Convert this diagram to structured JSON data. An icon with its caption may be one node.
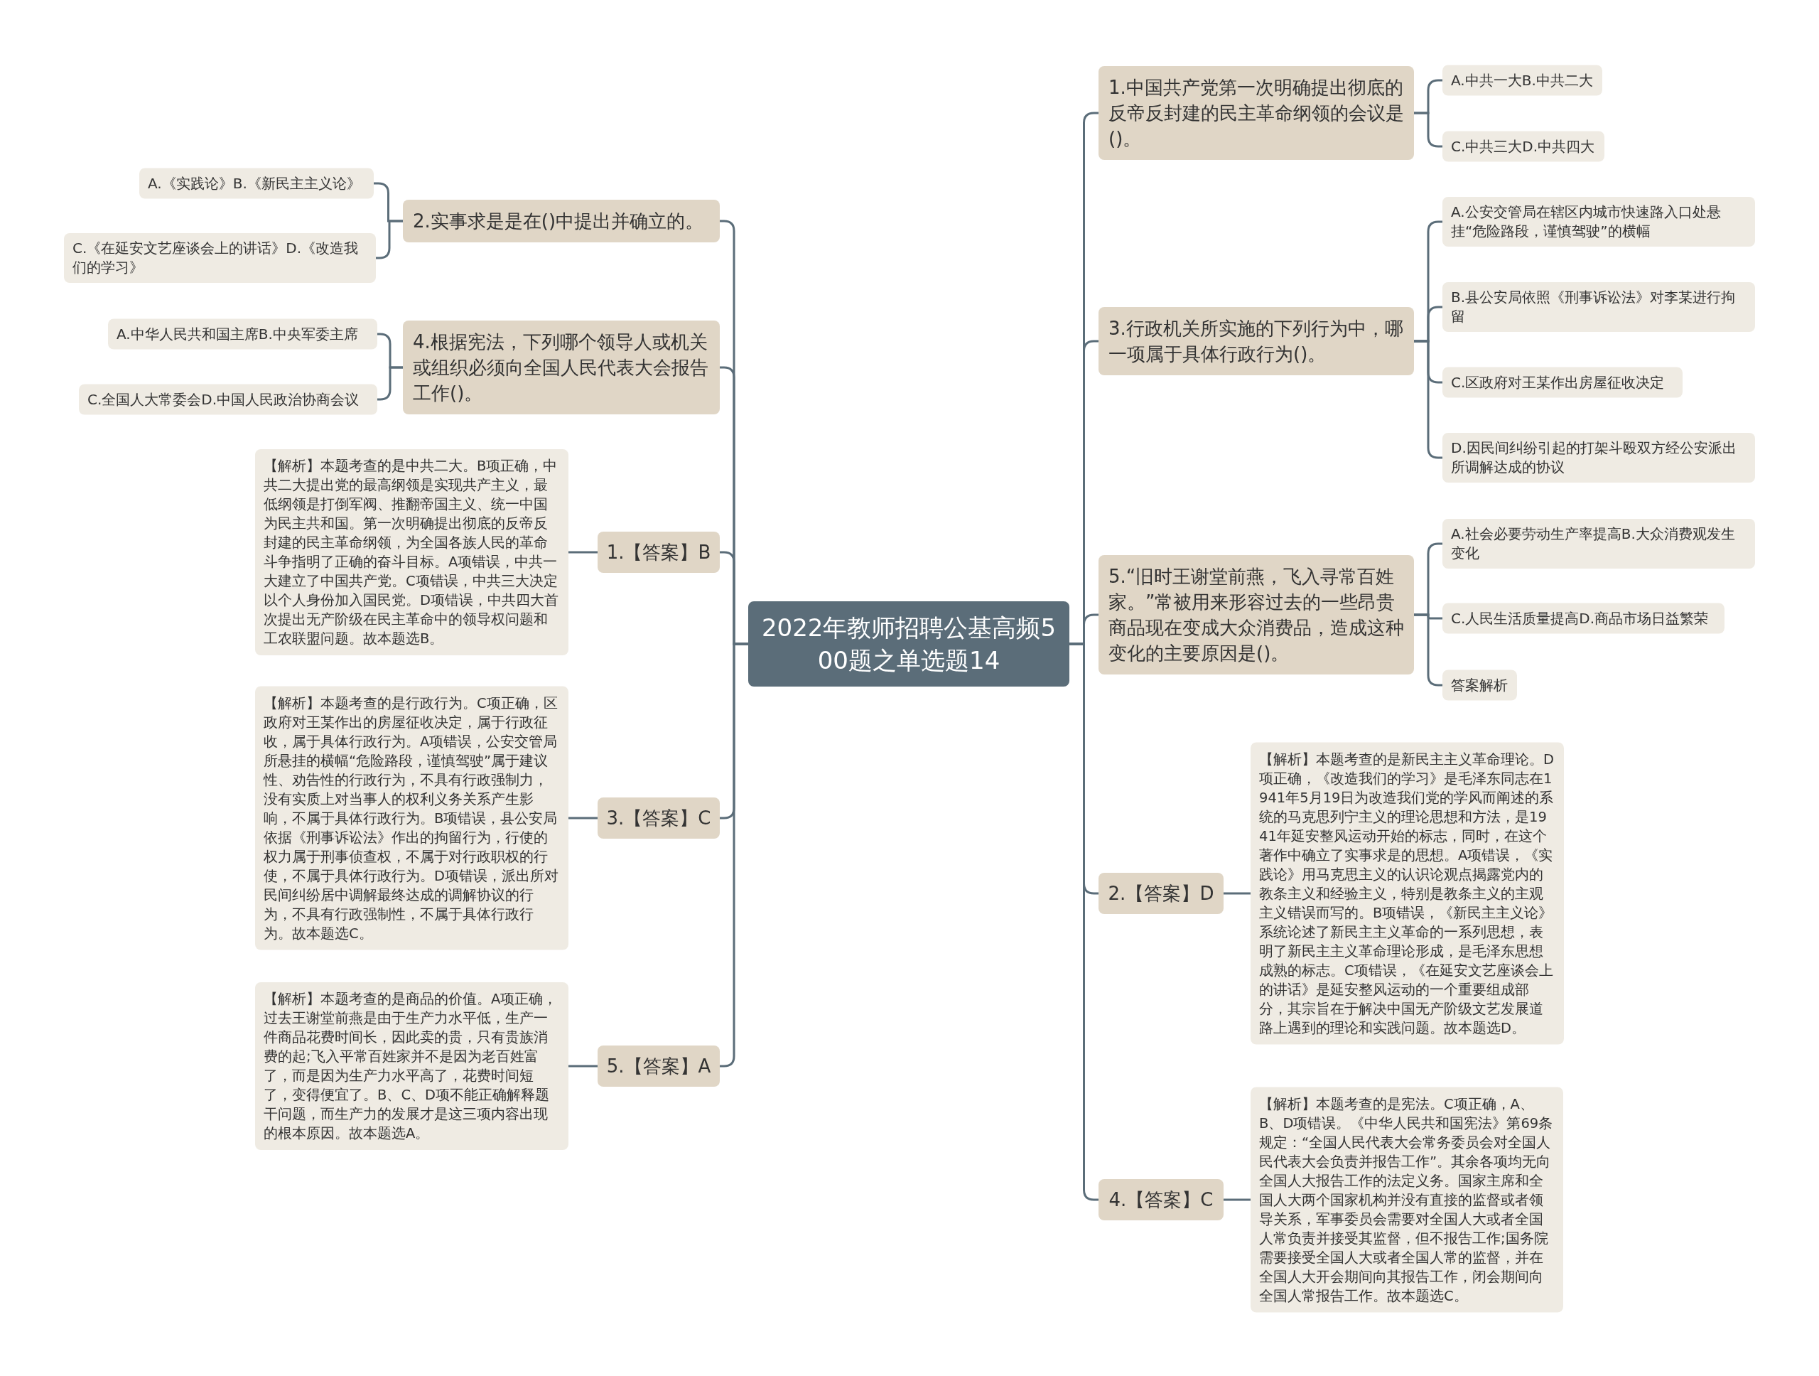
{
  "diagram": {
    "nodes": [
      {
        "text": [
          "2022年教师招聘公基高频500题之单选题14"
        ]
      },
      {
        "text": [
          "1.中国共产党第一次明确提出彻底的反帝反封建的民主革命纲领的会议是()。"
        ]
      },
      {
        "text": [
          "A.中共一大B.中共二大"
        ]
      },
      {
        "text": [
          "C.中共三大D.中共四大"
        ]
      },
      {
        "text": [
          "3.行政机关所实施的下列行为中，哪一项属于具体行政行为()。"
        ]
      },
      {
        "text": [
          "A.公安交管局在辖区内城市快速路入口处悬挂“危险路段，谨慎驾驶”的横幅"
        ]
      },
      {
        "text": [
          "B.县公安局依照《刑事诉讼法》对李某进行拘留"
        ]
      },
      {
        "text": [
          "C.区政府对王某作出房屋征收决定"
        ]
      },
      {
        "text": [
          "D.因民间纠纷引起的打架斗殴双方经公安派出所调解达成的协议"
        ]
      },
      {
        "text": [
          "5.“旧时王谢堂前燕，飞入寻常百姓家。”常被用来形容过去的一些昂贵商品现在变成大众消费品，造成这种变化的主要原因是()。"
        ]
      },
      {
        "text": [
          "A.社会必要劳动生产率提高B.大众消费观发生变化"
        ]
      },
      {
        "text": [
          "C.人民生活质量提高D.商品市场日益繁荣"
        ]
      },
      {
        "text": [
          "答案解析"
        ]
      },
      {
        "text": [
          "2.【答案】D"
        ]
      },
      {
        "text": [
          "【解析】本题考查的是新民主主义革命理论。D项正确，《改造我们的学习》是毛泽东同志在1941年5月19日为改造我们党的学风而阐述的系统的马克思列宁主义的理论思想和方法，是1941年延安整风运动开始的标志，同时，在这个著作中确立了实事求是的思想。A项错误，《实践论》用马克思主义的认识论观点揭露党内的教条主义和经验主义，特别是教条主义的主观主义错误而写的。B项错误，《新民主主义论》系统论述了新民主主义革命的一系列思想，表明了新民主主义革命理论形成，是毛泽东思想成熟的标志。C项错误，《在延安文艺座谈会上的讲话》是延安整风运动的一个重要组成部分，其宗旨在于解决中国无产阶级文艺发展道路上遇到的理论和实践问题。故本题选D。"
        ]
      },
      {
        "text": [
          "4.【答案】C"
        ]
      },
      {
        "text": [
          "【解析】本题考查的是宪法。C项正确，A、B、D项错误。《中华人民共和国宪法》第69条规定：“全国人民代表大会常务委员会对全国人民代表大会负责并报告工作”。其余各项均无向全国人大报告工作的法定义务。国家主席和全国人大两个国家机构并没有直接的监督或者领导关系，军事委员会需要对全国人大或者全国人常负责并接受其监督，但不报告工作;国务院需要接受全国人大或者全国人常的监督，并在全国人大开会期间向其报告工作，闭会期间向全国人常报告工作。故本题选C。"
        ]
      },
      {
        "text": [
          "2.实事求是是在()中提出并确立的。"
        ]
      },
      {
        "text": [
          "A.《实践论》B.《新民主主义论》"
        ]
      },
      {
        "text": [
          "C.《在延安文艺座谈会上的讲话》D.《改造我们的学习》"
        ]
      },
      {
        "text": [
          "4.根据宪法，下列哪个领导人或机关或组织必须向全国人民代表大会报告工作()。"
        ]
      },
      {
        "text": [
          "A.中华人民共和国主席B.中央军委主席"
        ]
      },
      {
        "text": [
          "C.全国人大常委会D.中国人民政治协商会议"
        ]
      },
      {
        "text": [
          "1.【答案】B"
        ]
      },
      {
        "text": [
          "【解析】本题考查的是中共二大。B项正确，中共二大提出党的最高纲领是实现共产主义，最低纲领是打倒军阀、推翻帝国主义、统一中国为民主共和国。第一次明确提出彻底的反帝反封建的民主革命纲领，为全国各族人民的革命斗争指明了正确的奋斗目标。A项错误，中共一大建立了中国共产党。C项错误，中共三大决定以个人身份加入国民党。D项错误，中共四大首次提出无产阶级在民主革命中的领导权问题和工农联盟问题。故本题选B。"
        ]
      },
      {
        "text": [
          "3.【答案】C"
        ]
      },
      {
        "text": [
          "【解析】本题考查的是行政行为。C项正确，区政府对王某作出的房屋征收决定，属于行政征收，属于具体行政行为。A项错误，公安交管局所悬挂的横幅“危险路段，谨慎驾驶”属于建议性、劝告性的行政行为，不具有行政强制力，没有实质上对当事人的权利义务关系产生影响，不属于具体行政行为。B项错误，县公安局依据《刑事诉讼法》作出的拘留行为，行使的权力属于刑事侦查权，不属于对行政职权的行使，不属于具体行政行为。D项错误，派出所对民间纠纷居中调解最终达成的调解协议的行为，不具有行政强制性，不属于具体行政行为。故本题选C。"
        ]
      },
      {
        "text": [
          "5.【答案】A"
        ]
      },
      {
        "text": [
          "【解析】本题考查的是商品的价值。A项正确，过去王谢堂前燕是由于生产力水平低，生产一件商品花费时间长，因此卖的贵，只有贵族消费的起;飞入平常百姓家并不是因为老百姓富了，而是因为生产力水平高了，花费时间短了，变得便宜了。B、C、D项不能正确解释题干问题，而生产力的发展才是这三项内容出现的根本原因。故本题选A。"
        ]
      }
    ],
    "edges": [
      {
        "from": 0,
        "to": 1,
        "arrow": "none"
      },
      {
        "from": 1,
        "to": 2,
        "arrow": "none"
      },
      {
        "from": 1,
        "to": 3,
        "arrow": "none"
      },
      {
        "from": 0,
        "to": 4,
        "arrow": "none"
      },
      {
        "from": 4,
        "to": 5,
        "arrow": "none"
      },
      {
        "from": 4,
        "to": 6,
        "arrow": "none"
      },
      {
        "from": 4,
        "to": 7,
        "arrow": "none"
      },
      {
        "from": 4,
        "to": 8,
        "arrow": "none"
      },
      {
        "from": 0,
        "to": 9,
        "arrow": "none"
      },
      {
        "from": 9,
        "to": 10,
        "arrow": "none"
      },
      {
        "from": 9,
        "to": 11,
        "arrow": "none"
      },
      {
        "from": 9,
        "to": 12,
        "arrow": "none"
      },
      {
        "from": 0,
        "to": 13,
        "arrow": "none"
      },
      {
        "from": 13,
        "to": 14,
        "arrow": "none"
      },
      {
        "from": 0,
        "to": 15,
        "arrow": "none"
      },
      {
        "from": 15,
        "to": 16,
        "arrow": "none"
      },
      {
        "from": 0,
        "to": 17,
        "arrow": "none"
      },
      {
        "from": 17,
        "to": 18,
        "arrow": "none"
      },
      {
        "from": 17,
        "to": 19,
        "arrow": "none"
      },
      {
        "from": 0,
        "to": 20,
        "arrow": "none"
      },
      {
        "from": 20,
        "to": 21,
        "arrow": "none"
      },
      {
        "from": 20,
        "to": 22,
        "arrow": "none"
      },
      {
        "from": 0,
        "to": 23,
        "arrow": "none"
      },
      {
        "from": 23,
        "to": 24,
        "arrow": "none"
      },
      {
        "from": 0,
        "to": 25,
        "arrow": "none"
      },
      {
        "from": 25,
        "to": 26,
        "arrow": "none"
      },
      {
        "from": 0,
        "to": 27,
        "arrow": "none"
      },
      {
        "from": 27,
        "to": 28,
        "arrow": "none"
      }
    ]
  }
}
